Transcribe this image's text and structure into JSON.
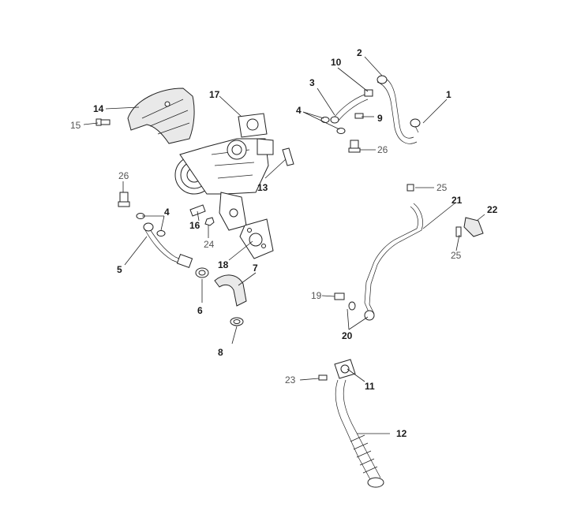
{
  "callouts": [
    {
      "id": "c1",
      "label": "1"
    },
    {
      "id": "c2",
      "label": "2"
    },
    {
      "id": "c3",
      "label": "3"
    },
    {
      "id": "c4a",
      "label": "4"
    },
    {
      "id": "c4b",
      "label": "4"
    },
    {
      "id": "c5",
      "label": "5"
    },
    {
      "id": "c6",
      "label": "6"
    },
    {
      "id": "c7",
      "label": "7"
    },
    {
      "id": "c8",
      "label": "8"
    },
    {
      "id": "c9",
      "label": "9"
    },
    {
      "id": "c10",
      "label": "10"
    },
    {
      "id": "c11",
      "label": "11"
    },
    {
      "id": "c12",
      "label": "12"
    },
    {
      "id": "c13",
      "label": "13"
    },
    {
      "id": "c14",
      "label": "14"
    },
    {
      "id": "c15",
      "label": "15"
    },
    {
      "id": "c16",
      "label": "16"
    },
    {
      "id": "c17",
      "label": "17"
    },
    {
      "id": "c18",
      "label": "18"
    },
    {
      "id": "c19",
      "label": "19"
    },
    {
      "id": "c20",
      "label": "20"
    },
    {
      "id": "c21",
      "label": "21"
    },
    {
      "id": "c22",
      "label": "22"
    },
    {
      "id": "c23",
      "label": "23"
    },
    {
      "id": "c24",
      "label": "24"
    },
    {
      "id": "c25a",
      "label": "25"
    },
    {
      "id": "c25b",
      "label": "25"
    },
    {
      "id": "c26a",
      "label": "26"
    },
    {
      "id": "c26b",
      "label": "26"
    }
  ]
}
